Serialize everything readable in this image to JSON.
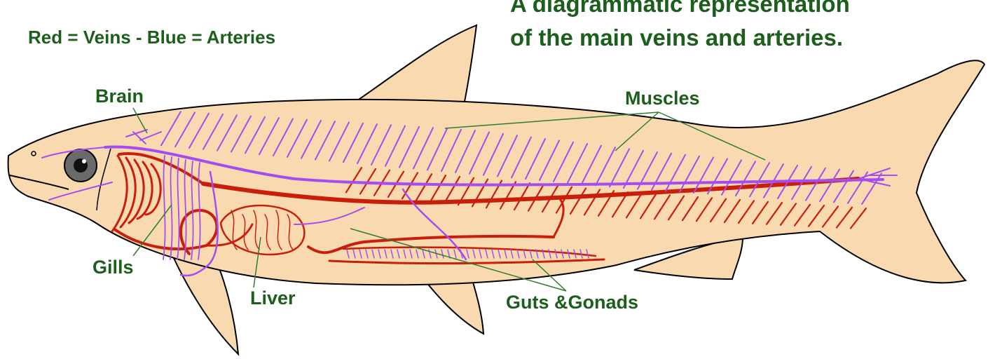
{
  "title": {
    "line1": "A diagrammatic representation",
    "line2": "of the main veins and arteries."
  },
  "legend": "Red = Veins - Blue = Arteries",
  "labels": {
    "brain": "Brain",
    "muscles": "Muscles",
    "gills": "Gills",
    "liver": "Liver",
    "guts_gonads": "Guts &Gonads"
  },
  "colors": {
    "text": "#1c5e1c",
    "body_fill": "#f8d9b0",
    "outline": "#000000",
    "veins": "#c81e0a",
    "arteries": "#a54cf0",
    "leader_lines": "#2e7d32"
  }
}
